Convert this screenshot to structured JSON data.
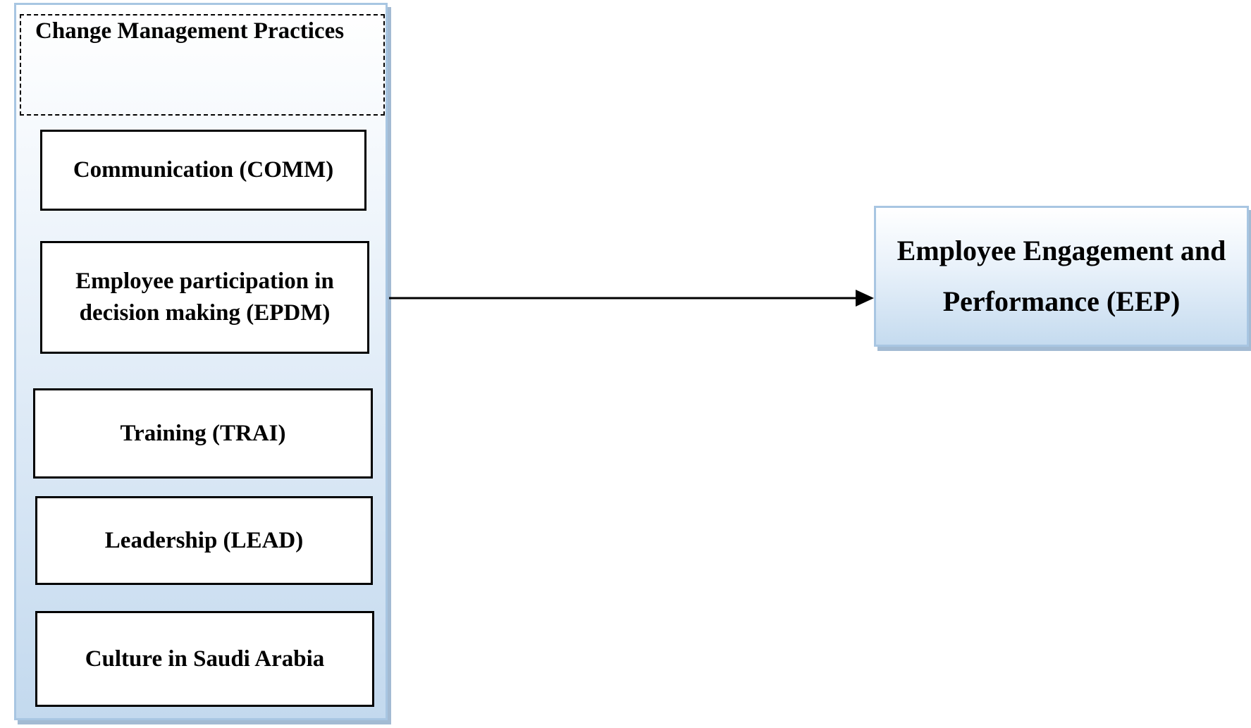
{
  "diagram": {
    "group": {
      "title": "Change Management Practices",
      "items": [
        "Communication (COMM)",
        "Employee participation in decision making (EPDM)",
        "Training (TRAI)",
        "Leadership (LEAD)",
        "Culture in Saudi Arabia"
      ]
    },
    "target": {
      "label": "Employee Engagement and Performance (EEP)"
    },
    "edges": [
      {
        "from": "Change Management Practices",
        "to": "Employee Engagement and Performance (EEP)"
      }
    ],
    "colors": {
      "panel_border": "#a8c6e2",
      "panel_fill_bottom": "#c3d9ee",
      "shadow": "#a3bbd3",
      "box_border": "#000000",
      "arrow": "#000000"
    }
  }
}
